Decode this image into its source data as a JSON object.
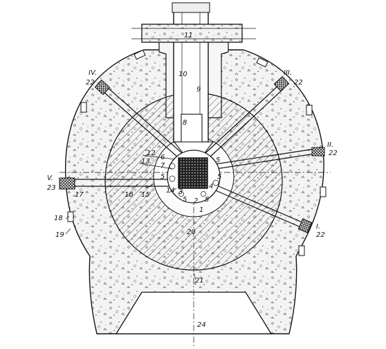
{
  "labels": {
    "l1": "I.",
    "l2": "II.",
    "l3": "III.",
    "l4": "IV.",
    "l5": "V.",
    "n22a": "22",
    "n22b": "22",
    "n22c": "22",
    "n22d": "22",
    "n23": "23",
    "n1": "1",
    "n2": "2",
    "n3": "3",
    "n4": "4",
    "n5a": "5",
    "n5b": "5",
    "n5c": "5",
    "n5d": "5",
    "n5e": "5",
    "n6": "6",
    "n7": "7",
    "n8": "8",
    "n9": "9",
    "n10": "10",
    "n11": "11",
    "n12": "12",
    "n13": "13",
    "n14": "14",
    "n15": "15",
    "n16": "16",
    "n17": "17",
    "n18": "18",
    "n19": "19",
    "n20": "20",
    "n21": "21",
    "n24": "24"
  }
}
